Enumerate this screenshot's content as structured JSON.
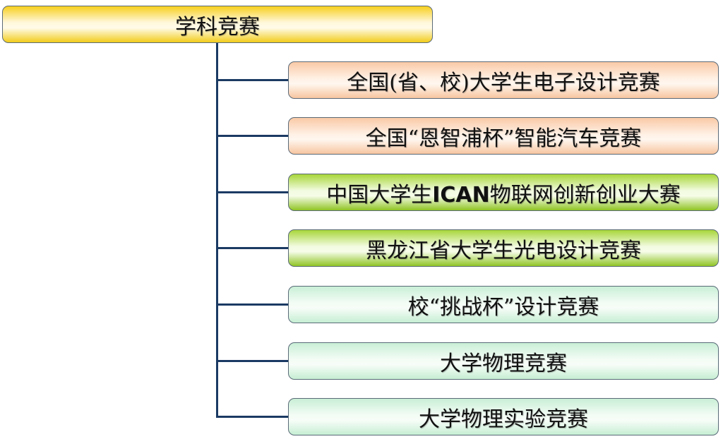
{
  "root": {
    "label": "学科竞赛"
  },
  "children": [
    {
      "label": "全国(省、校)大学生电子设计竞赛",
      "color": "#f9c9a6"
    },
    {
      "label": "全国“恩智浦杯”智能汽车竞赛",
      "color": "#f9c9a6"
    },
    {
      "label_pre": "中国大学生",
      "label_bold": "ICAN",
      "label_post": "物联网创新创业大赛",
      "color": "#a8d63a"
    },
    {
      "label": "黑龙江省大学生光电设计竞赛",
      "color": "#a8d63a"
    },
    {
      "label": "校“挑战杯”设计竞赛",
      "color": "#c9efd6"
    },
    {
      "label": "大学物理竞赛",
      "color": "#c9efd6"
    },
    {
      "label": "大学物理实验竞赛",
      "color": "#c9efd6"
    }
  ],
  "connector_color": "#1b3a63"
}
